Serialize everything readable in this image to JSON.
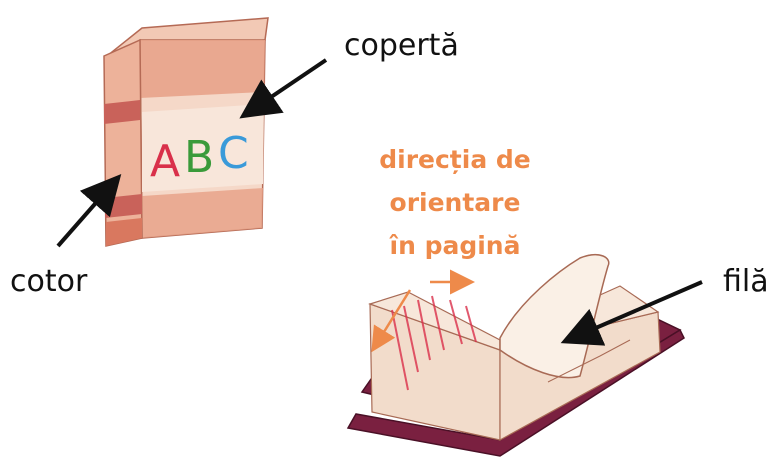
{
  "labels": {
    "cover": "copertă",
    "spine": "cotor",
    "leaf": "filă"
  },
  "cover_letters": {
    "a": "A",
    "b": "B",
    "c": "C"
  },
  "direction_text": [
    "direcția de",
    "orientare",
    "în pagină"
  ],
  "colors": {
    "label_text": "#111111",
    "direction_text": "#ee8a4a",
    "arrow_black": "#111111",
    "arrow_orange": "#ee8a4a",
    "book_cover": "#e8a38a",
    "book_spine_band": "#c9625a",
    "letter_a": "#d9304a",
    "letter_b": "#3a9a3a",
    "letter_c": "#3a9ad9",
    "open_book_cover": "#7a2040"
  }
}
